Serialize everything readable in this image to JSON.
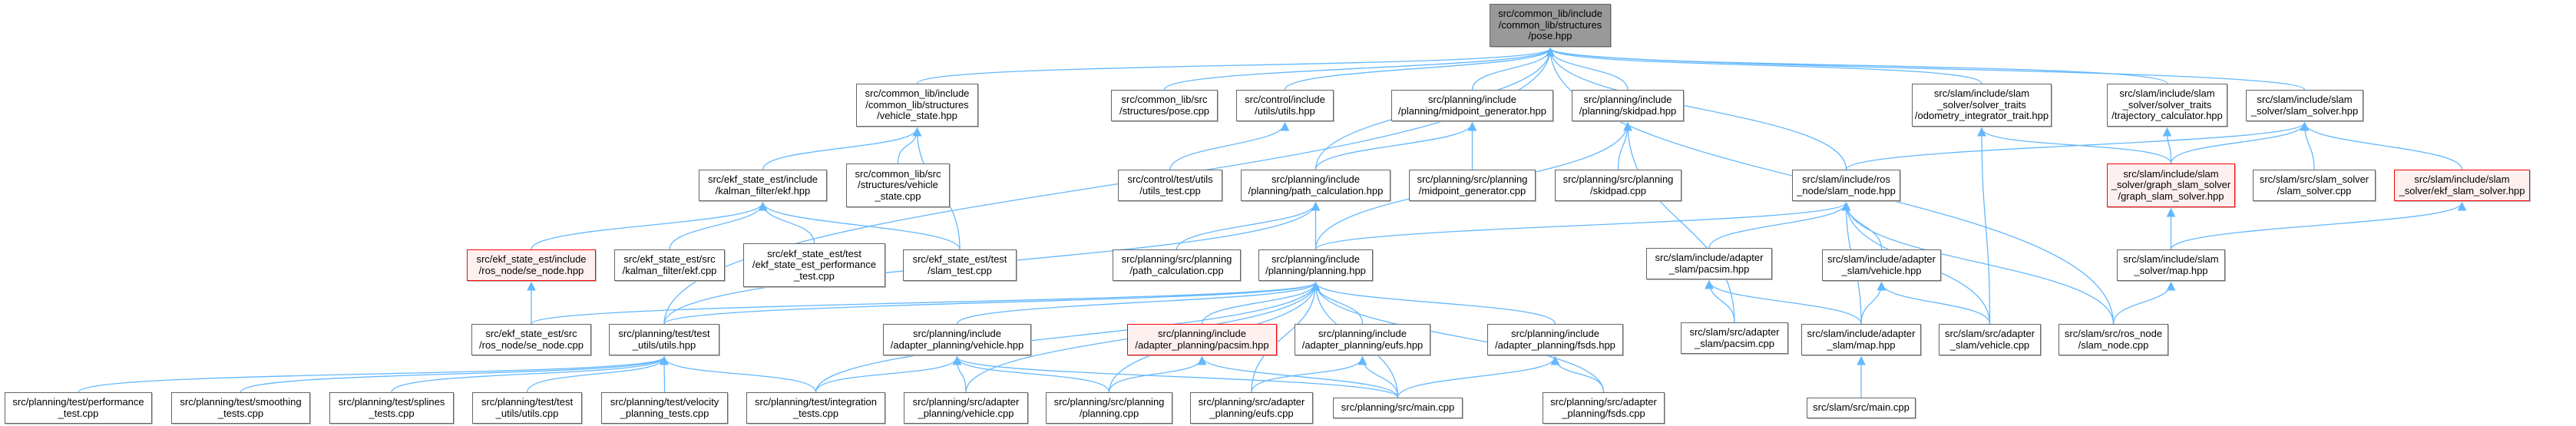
{
  "graph": {
    "title": "src/common_lib/include/common_lib/structures/pose.hpp",
    "colors": {
      "edge": "#63b8ff",
      "node_border": "#666666",
      "root_fill": "#999999",
      "warn_border": "#ff0000",
      "warn_fill": "#fff0f0"
    },
    "nodes": [
      {
        "id": "pose",
        "label": "src/common_lib/include\n/common_lib/structures\n/pose.hpp",
        "style": "root"
      },
      {
        "id": "vs_hpp",
        "label": "src/common_lib/include\n/common_lib/structures\n/vehicle_state.hpp"
      },
      {
        "id": "pose_cpp",
        "label": "src/common_lib/src\n/structures/pose.cpp"
      },
      {
        "id": "ctrl_utils",
        "label": "src/control/include\n/utils/utils.hpp"
      },
      {
        "id": "midgen_hpp",
        "label": "src/planning/include\n/planning/midpoint_generator.hpp"
      },
      {
        "id": "skidpad_hpp",
        "label": "src/planning/include\n/planning/skidpad.hpp"
      },
      {
        "id": "odom",
        "label": "src/slam/include/slam\n_solver/solver_traits\n/odometry_integrator_trait.hpp"
      },
      {
        "id": "traj",
        "label": "src/slam/include/slam\n_solver/solver_traits\n/trajectory_calculator.hpp"
      },
      {
        "id": "slam_solver_hpp",
        "label": "src/slam/include/slam\n_solver/slam_solver.hpp"
      },
      {
        "id": "ekf_hpp",
        "label": "src/ekf_state_est/include\n/kalman_filter/ekf.hpp"
      },
      {
        "id": "vs_cpp",
        "label": "src/common_lib/src\n/structures/vehicle\n_state.cpp"
      },
      {
        "id": "utils_test",
        "label": "src/control/test/utils\n/utils_test.cpp"
      },
      {
        "id": "pathcalc_hpp",
        "label": "src/planning/include\n/planning/path_calculation.hpp"
      },
      {
        "id": "midgen_cpp",
        "label": "src/planning/src/planning\n/midpoint_generator.cpp"
      },
      {
        "id": "skidpad_cpp",
        "label": "src/planning/src/planning\n/skidpad.cpp"
      },
      {
        "id": "slam_node_hpp",
        "label": "src/slam/include/ros\n_node/slam_node.hpp"
      },
      {
        "id": "graph",
        "label": "src/slam/include/slam\n_solver/graph_slam_solver\n/graph_slam_solver.hpp",
        "style": "red"
      },
      {
        "id": "slam_solver_cpp",
        "label": "src/slam/src/slam_solver\n/slam_solver.cpp"
      },
      {
        "id": "ekf_slam",
        "label": "src/slam/include/slam\n_solver/ekf_slam_solver.hpp",
        "style": "red"
      },
      {
        "id": "se_node_hpp",
        "label": "src/ekf_state_est/include\n/ros_node/se_node.hpp",
        "style": "red"
      },
      {
        "id": "ekf_cpp",
        "label": "src/ekf_state_est/src\n/kalman_filter/ekf.cpp"
      },
      {
        "id": "ekf_perf",
        "label": "src/ekf_state_est/test\n/ekf_state_est_performance\n_test.cpp"
      },
      {
        "id": "slam_test",
        "label": "src/ekf_state_est/test\n/slam_test.cpp"
      },
      {
        "id": "pathcalc_cpp",
        "label": "src/planning/src/planning\n/path_calculation.cpp"
      },
      {
        "id": "planning_hpp",
        "label": "src/planning/include\n/planning/planning.hpp"
      },
      {
        "id": "a_pacsim_hpp",
        "label": "src/slam/include/adapter\n_slam/pacsim.hpp"
      },
      {
        "id": "a_vehicle_hpp",
        "label": "src/slam/include/adapter\n_slam/vehicle.hpp"
      },
      {
        "id": "map_hpp",
        "label": "src/slam/include/slam\n_solver/map.hpp"
      },
      {
        "id": "se_node_cpp",
        "label": "src/ekf_state_est/src\n/ros_node/se_node.cpp"
      },
      {
        "id": "utils_hpp",
        "label": "src/planning/test/test\n_utils/utils.hpp"
      },
      {
        "id": "veh_hpp",
        "label": "src/planning/include\n/adapter_planning/vehicle.hpp"
      },
      {
        "id": "pacsim_hpp",
        "label": "src/planning/include\n/adapter_planning/pacsim.hpp",
        "style": "red"
      },
      {
        "id": "eufs_hpp",
        "label": "src/planning/include\n/adapter_planning/eufs.hpp"
      },
      {
        "id": "fsds_hpp",
        "label": "src/planning/include\n/adapter_planning/fsds.hpp"
      },
      {
        "id": "s_pacsim_cpp",
        "label": "src/slam/src/adapter\n_slam/pacsim.cpp"
      },
      {
        "id": "a_map_hpp",
        "label": "src/slam/include/adapter\n_slam/map.hpp"
      },
      {
        "id": "s_vehicle_cpp",
        "label": "src/slam/src/adapter\n_slam/vehicle.cpp"
      },
      {
        "id": "slam_node_cpp",
        "label": "src/slam/src/ros_node\n/slam_node.cpp"
      },
      {
        "id": "perf_cpp",
        "label": "src/planning/test/performance\n_test.cpp"
      },
      {
        "id": "smooth",
        "label": "src/planning/test/smoothing\n_tests.cpp"
      },
      {
        "id": "splines",
        "label": "src/planning/test/splines\n_tests.cpp"
      },
      {
        "id": "tu_cpp",
        "label": "src/planning/test/test\n_utils/utils.cpp"
      },
      {
        "id": "velocity",
        "label": "src/planning/test/velocity\n_planning_tests.cpp"
      },
      {
        "id": "integ",
        "label": "src/planning/test/integration\n_tests.cpp"
      },
      {
        "id": "veh_cpp",
        "label": "src/planning/src/adapter\n_planning/vehicle.cpp"
      },
      {
        "id": "planning_cpp",
        "label": "src/planning/src/planning\n/planning.cpp"
      },
      {
        "id": "eufs_cpp",
        "label": "src/planning/src/adapter\n_planning/eufs.cpp"
      },
      {
        "id": "main_cpp",
        "label": "src/planning/src/main.cpp"
      },
      {
        "id": "fsds_cpp",
        "label": "src/planning/src/adapter\n_planning/fsds.cpp"
      },
      {
        "id": "s_main",
        "label": "src/slam/src/main.cpp"
      }
    ],
    "edges": [
      [
        "vs_hpp",
        "pose"
      ],
      [
        "pose_cpp",
        "pose"
      ],
      [
        "ctrl_utils",
        "pose"
      ],
      [
        "midgen_hpp",
        "pose"
      ],
      [
        "skidpad_hpp",
        "pose"
      ],
      [
        "pathcalc_hpp",
        "pose"
      ],
      [
        "utils_hpp",
        "pose"
      ],
      [
        "odom",
        "pose"
      ],
      [
        "traj",
        "pose"
      ],
      [
        "slam_solver_hpp",
        "pose"
      ],
      [
        "slam_node_hpp",
        "pose"
      ],
      [
        "slam_node_cpp",
        "pose"
      ],
      [
        "ekf_hpp",
        "vs_hpp"
      ],
      [
        "vs_cpp",
        "vs_hpp"
      ],
      [
        "slam_test",
        "vs_hpp"
      ],
      [
        "se_node_hpp",
        "ekf_hpp"
      ],
      [
        "ekf_cpp",
        "ekf_hpp"
      ],
      [
        "ekf_perf",
        "ekf_hpp"
      ],
      [
        "slam_test",
        "ekf_hpp"
      ],
      [
        "se_node_cpp",
        "se_node_hpp"
      ],
      [
        "utils_test",
        "ctrl_utils"
      ],
      [
        "pathcalc_hpp",
        "midgen_hpp"
      ],
      [
        "midgen_cpp",
        "midgen_hpp"
      ],
      [
        "skidpad_cpp",
        "skidpad_hpp"
      ],
      [
        "planning_hpp",
        "skidpad_hpp"
      ],
      [
        "s_pacsim_cpp",
        "skidpad_hpp"
      ],
      [
        "pathcalc_cpp",
        "pathcalc_hpp"
      ],
      [
        "planning_hpp",
        "pathcalc_hpp"
      ],
      [
        "utils_hpp",
        "pathcalc_hpp"
      ],
      [
        "utils_hpp",
        "planning_hpp"
      ],
      [
        "se_node_cpp",
        "planning_hpp"
      ],
      [
        "veh_hpp",
        "planning_hpp"
      ],
      [
        "pacsim_hpp",
        "planning_hpp"
      ],
      [
        "eufs_hpp",
        "planning_hpp"
      ],
      [
        "fsds_hpp",
        "planning_hpp"
      ],
      [
        "integ",
        "planning_hpp"
      ],
      [
        "veh_cpp",
        "planning_hpp"
      ],
      [
        "planning_cpp",
        "planning_hpp"
      ],
      [
        "eufs_cpp",
        "planning_hpp"
      ],
      [
        "main_cpp",
        "planning_hpp"
      ],
      [
        "fsds_cpp",
        "planning_hpp"
      ],
      [
        "perf_cpp",
        "utils_hpp"
      ],
      [
        "smooth",
        "utils_hpp"
      ],
      [
        "splines",
        "utils_hpp"
      ],
      [
        "tu_cpp",
        "utils_hpp"
      ],
      [
        "velocity",
        "utils_hpp"
      ],
      [
        "integ",
        "utils_hpp"
      ],
      [
        "integ",
        "veh_hpp"
      ],
      [
        "veh_cpp",
        "veh_hpp"
      ],
      [
        "planning_cpp",
        "veh_hpp"
      ],
      [
        "main_cpp",
        "veh_hpp"
      ],
      [
        "planning_cpp",
        "pacsim_hpp"
      ],
      [
        "main_cpp",
        "pacsim_hpp"
      ],
      [
        "eufs_cpp",
        "eufs_hpp"
      ],
      [
        "main_cpp",
        "eufs_hpp"
      ],
      [
        "main_cpp",
        "fsds_hpp"
      ],
      [
        "fsds_cpp",
        "fsds_hpp"
      ],
      [
        "slam_node_hpp",
        "slam_solver_hpp"
      ],
      [
        "graph",
        "slam_solver_hpp"
      ],
      [
        "slam_solver_cpp",
        "slam_solver_hpp"
      ],
      [
        "ekf_slam",
        "slam_solver_hpp"
      ],
      [
        "graph",
        "odom"
      ],
      [
        "graph",
        "traj"
      ],
      [
        "map_hpp",
        "graph"
      ],
      [
        "map_hpp",
        "ekf_slam"
      ],
      [
        "slam_node_cpp",
        "map_hpp"
      ],
      [
        "planning_hpp",
        "slam_node_hpp"
      ],
      [
        "a_pacsim_hpp",
        "slam_node_hpp"
      ],
      [
        "a_vehicle_hpp",
        "slam_node_hpp"
      ],
      [
        "a_map_hpp",
        "slam_node_hpp"
      ],
      [
        "s_vehicle_cpp",
        "slam_node_hpp"
      ],
      [
        "slam_node_cpp",
        "slam_node_hpp"
      ],
      [
        "s_pacsim_cpp",
        "a_pacsim_hpp"
      ],
      [
        "a_map_hpp",
        "a_pacsim_hpp"
      ],
      [
        "a_map_hpp",
        "a_vehicle_hpp"
      ],
      [
        "s_vehicle_cpp",
        "a_vehicle_hpp"
      ],
      [
        "s_vehicle_cpp",
        "odom"
      ],
      [
        "s_main",
        "a_map_hpp"
      ]
    ]
  }
}
